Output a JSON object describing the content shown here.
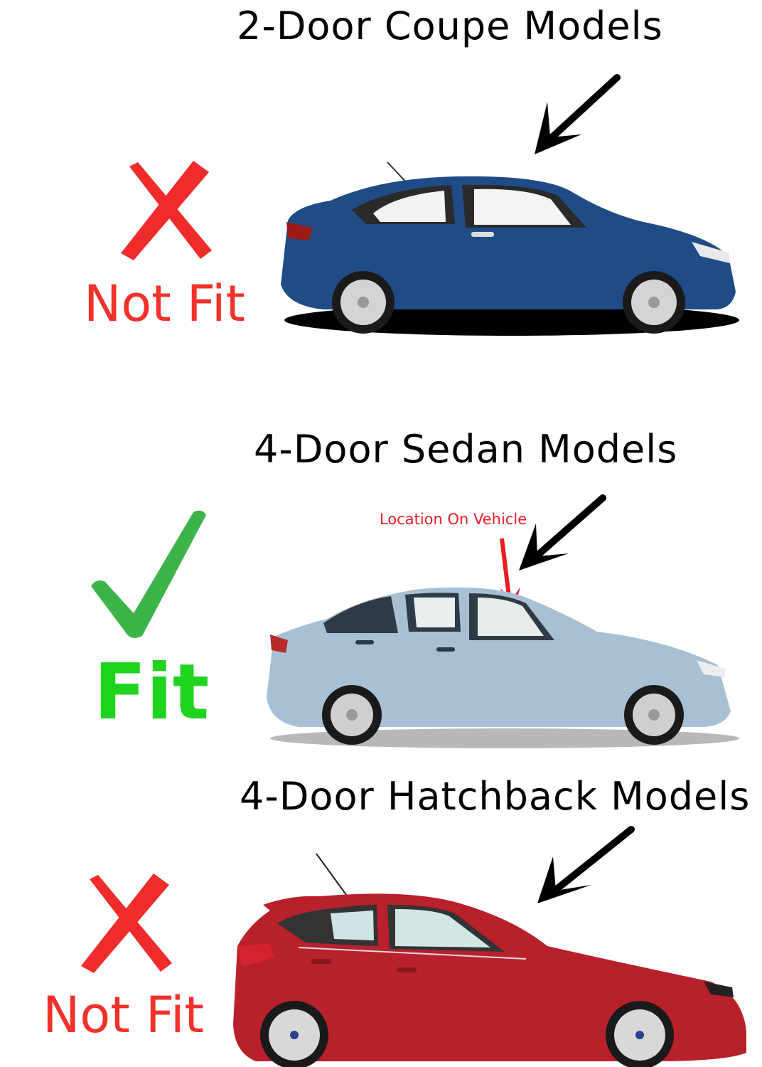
{
  "colors": {
    "not_fit": "#f2312a",
    "fit_check": "#3db44a",
    "fit_text": "#1fd41f",
    "arrow": "#000000",
    "location_arrow": "#ee1c24",
    "coupe_body": "#1e4a82",
    "sedan_body": "#a7bfd3",
    "hatch_body": "#b8202c"
  },
  "sections": [
    {
      "title": "2-Door Coupe Models",
      "verdict": "Not Fit",
      "verdict_icon": "x-mark-icon",
      "car": "coupe-car-image"
    },
    {
      "title": "4-Door Sedan Models",
      "verdict": "Fit",
      "verdict_icon": "checkmark-icon",
      "car": "sedan-car-image",
      "annotation": "Location On Vehicle"
    },
    {
      "title": "4-Door Hatchback Models",
      "verdict": "Not Fit",
      "verdict_icon": "x-mark-icon",
      "car": "hatchback-car-image"
    }
  ]
}
